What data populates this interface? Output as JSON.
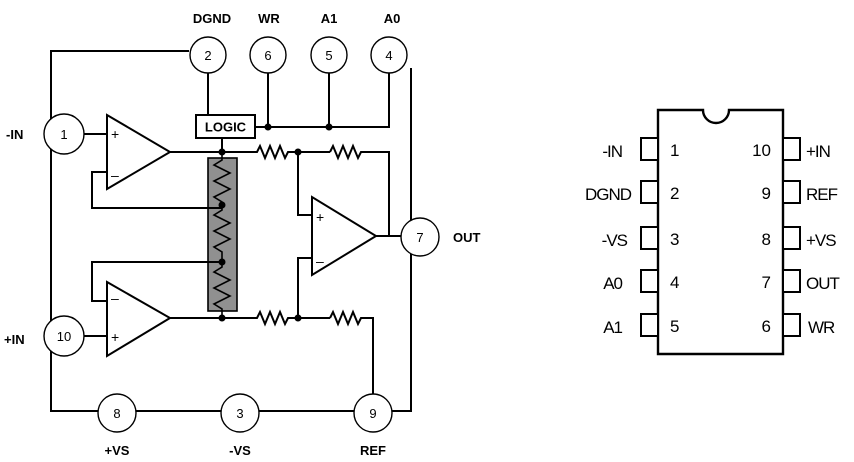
{
  "schematic": {
    "pins": [
      {
        "id": "p2",
        "num": "2",
        "label": "DGND"
      },
      {
        "id": "p6",
        "num": "6",
        "label": "WR"
      },
      {
        "id": "p5",
        "num": "5",
        "label": "A1"
      },
      {
        "id": "p4",
        "num": "4",
        "label": "A0"
      },
      {
        "id": "p1",
        "num": "1",
        "label": "-IN"
      },
      {
        "id": "p10",
        "num": "10",
        "label": "+IN"
      },
      {
        "id": "p7",
        "num": "7",
        "label": "OUT"
      },
      {
        "id": "p8",
        "num": "8",
        "label": "+VS"
      },
      {
        "id": "p3",
        "num": "3",
        "label": "-VS"
      },
      {
        "id": "p9",
        "num": "9",
        "label": "REF"
      }
    ],
    "logic_label": "LOGIC",
    "plus_sign": "+",
    "minus_sign": "–"
  },
  "package": {
    "left": [
      {
        "num": "1",
        "label": "-IN"
      },
      {
        "num": "2",
        "label": "DGND"
      },
      {
        "num": "3",
        "label": "-VS"
      },
      {
        "num": "4",
        "label": "A0"
      },
      {
        "num": "5",
        "label": "A1"
      }
    ],
    "right": [
      {
        "num": "10",
        "label": "+IN"
      },
      {
        "num": "9",
        "label": "REF"
      },
      {
        "num": "8",
        "label": "+VS"
      },
      {
        "num": "7",
        "label": "OUT"
      },
      {
        "num": "6",
        "label": "WR"
      }
    ]
  }
}
